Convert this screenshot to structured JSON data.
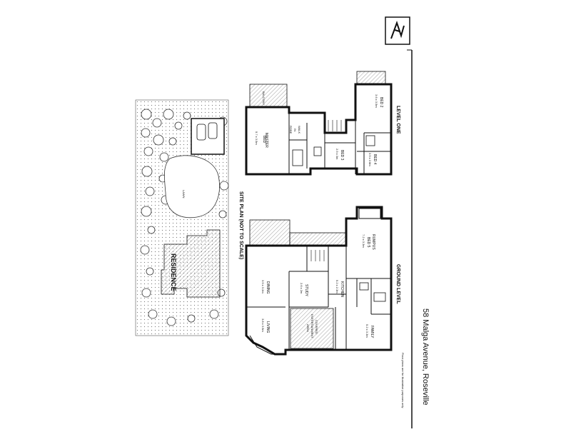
{
  "address": "58 Malga Avenue, Roseville",
  "level_labels": {
    "ground": "GROUND LEVEL",
    "one": "LEVEL ONE",
    "site": "SITE PLAN (NOT TO SCALE)"
  },
  "site": {
    "residence": "RESIDENCE",
    "lawn": "LAWN"
  },
  "level_one": {
    "balcony": "BALCONY",
    "master": {
      "name": "MASTER",
      "name2": "BED",
      "dims": "5.7 x 3.5m"
    },
    "walk_in_robe": {
      "l1": "WALK",
      "l2": "IN",
      "l3": "ROBE"
    },
    "bed2": {
      "name": "BED 2",
      "dims": "3.6 x 3.5m"
    },
    "bed3": {
      "name": "BED 3",
      "dims": "2.9 x 3m"
    },
    "bed4": {
      "name": "BED 4",
      "dims": "3.9 x 2.8m"
    }
  },
  "ground": {
    "dining": {
      "name": "DINING",
      "dims": "3.9 x 3.2m"
    },
    "living": {
      "name": "LIVING",
      "dims": "3.8 x 3.5m"
    },
    "study": {
      "name": "STUDY",
      "dims": "2.6 x 2m"
    },
    "kitchen": {
      "name": "KITCHEN",
      "dims": "5.2 x 2.3m"
    },
    "covered": {
      "l1": "COVERED",
      "l2": "ENTERTAINMENT",
      "l3": "AREA"
    },
    "rumpus": {
      "l1": "RUMPUS",
      "l2": "BED 5",
      "dims": "7.2 x 3.3m"
    },
    "family": {
      "name": "FAMILY",
      "dims": "5.2 x 3.3m"
    }
  },
  "disclaimer": "Floor plans are for illustrative purposes only",
  "colors": {
    "line": "#111111",
    "paper": "#ffffff",
    "hatch": "#888888"
  },
  "icons": {
    "compass": "north-arrow-icon"
  }
}
